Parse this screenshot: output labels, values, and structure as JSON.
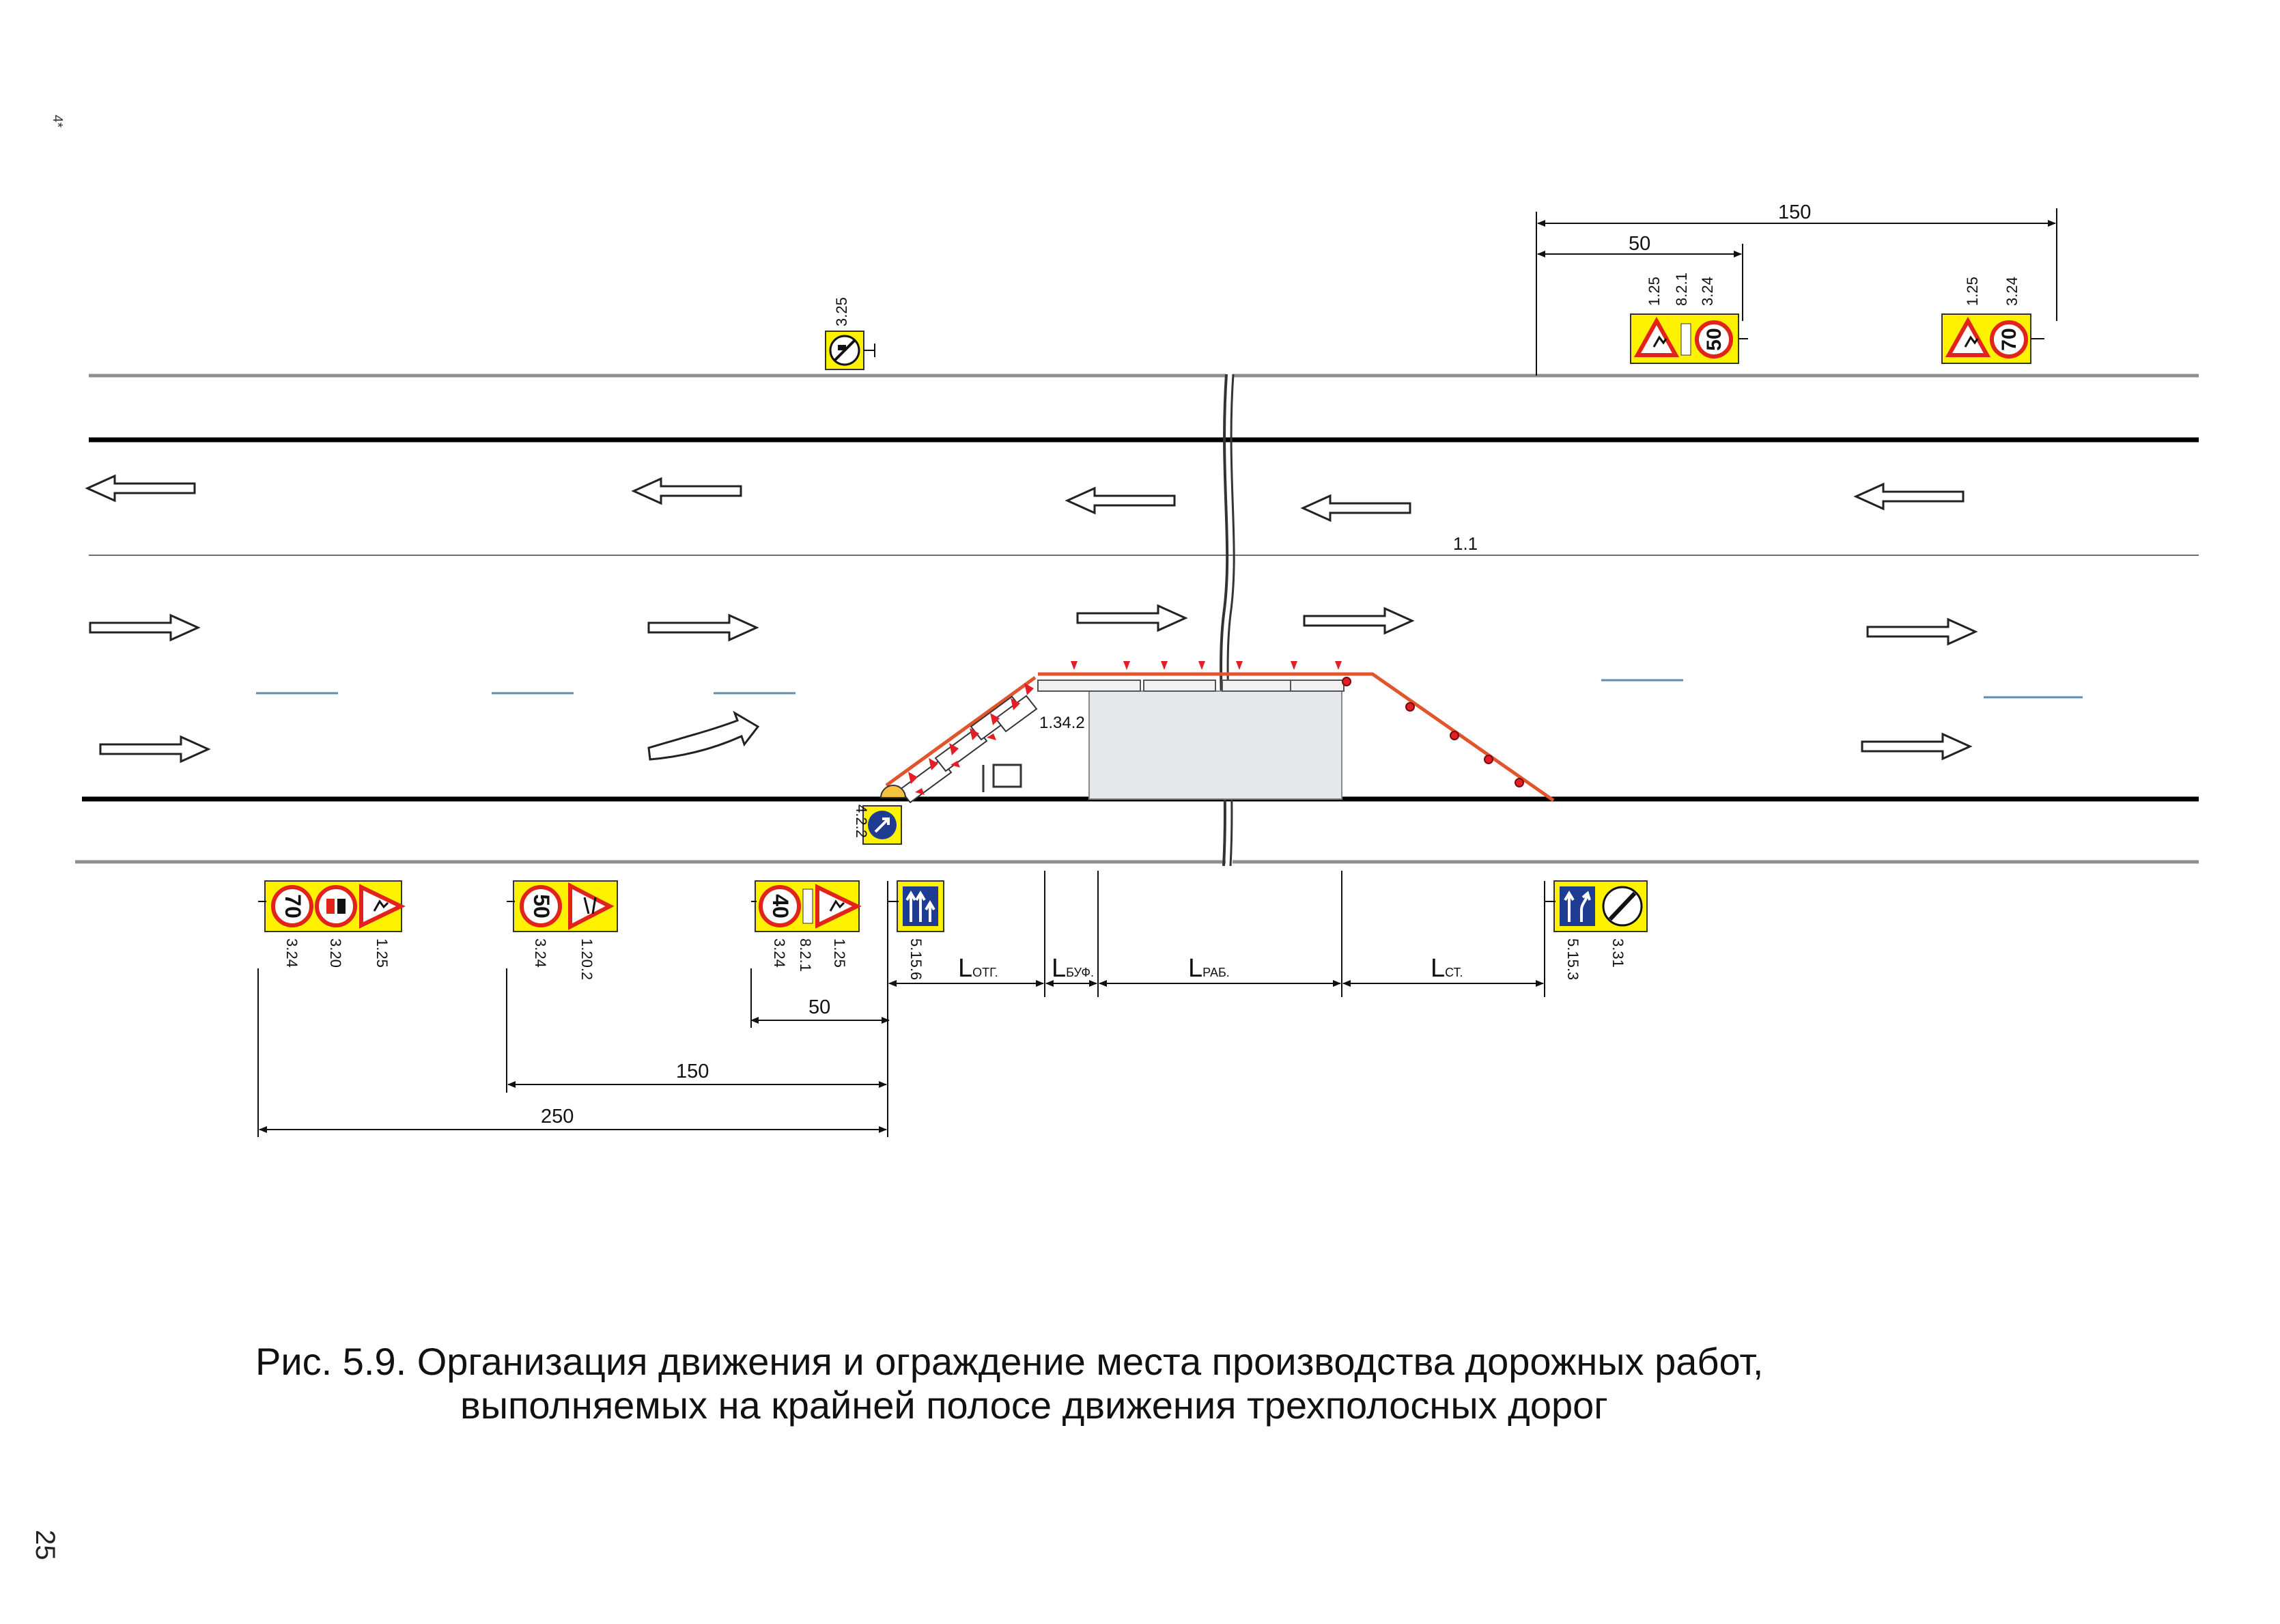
{
  "corner_mark": "4*",
  "page_number": "25",
  "caption": {
    "line1": "Рис. 5.9.  Организация движения и ограждение места производства дорожных работ,",
    "line2": "выполняемых  на крайней полосе движения трехполосных дорог"
  },
  "marking": {
    "label": "1.1"
  },
  "top_dims": {
    "d150": "150",
    "d50": "50"
  },
  "bottom_dims": {
    "d50": "50",
    "d150": "150",
    "d250": "250"
  },
  "lengths": {
    "otg": {
      "L": "L",
      "sub": "ОТГ."
    },
    "buf": {
      "L": "L",
      "sub": "БУФ."
    },
    "rab": {
      "L": "L",
      "sub": "РАБ."
    },
    "st": {
      "L": "L",
      "sub": "СТ."
    }
  },
  "sign_codes": {
    "s325": "3.25",
    "top1": [
      "1.25",
      "8.2.1",
      "3.24"
    ],
    "top2": [
      "1.25",
      "3.24"
    ],
    "b1": [
      "3.24",
      "3.20",
      "1.25"
    ],
    "b2": [
      "3.24",
      "1.20.2"
    ],
    "b3": [
      "3.24",
      "8.2.1",
      "1.25"
    ],
    "b4": [
      "5.15.6"
    ],
    "b5": [
      "5.15.3",
      "3.31"
    ],
    "s422": "4.2.2",
    "s1342": "1.34.2"
  },
  "speed_values": {
    "top1": "50",
    "top2": "70",
    "b1": "70",
    "b2": "50",
    "b3": "40"
  },
  "icons": [
    "arrow-left-icon",
    "arrow-right-icon",
    "curved-arrow-icon",
    "warning-roadworks-icon",
    "speed-limit-icon",
    "end-restriction-icon",
    "lane-direction-icon",
    "pass-right-icon",
    "no-overtaking-trucks-icon",
    "road-narrows-icon"
  ],
  "colors": {
    "sign_yellow": "#fff200",
    "sign_red": "#e2231a",
    "sign_blue": "#1f3c93",
    "road_line": "#000000",
    "road_edge": "#9aa0a6",
    "work_zone": "#e8e8ea",
    "barrier_red": "#e41e26"
  }
}
